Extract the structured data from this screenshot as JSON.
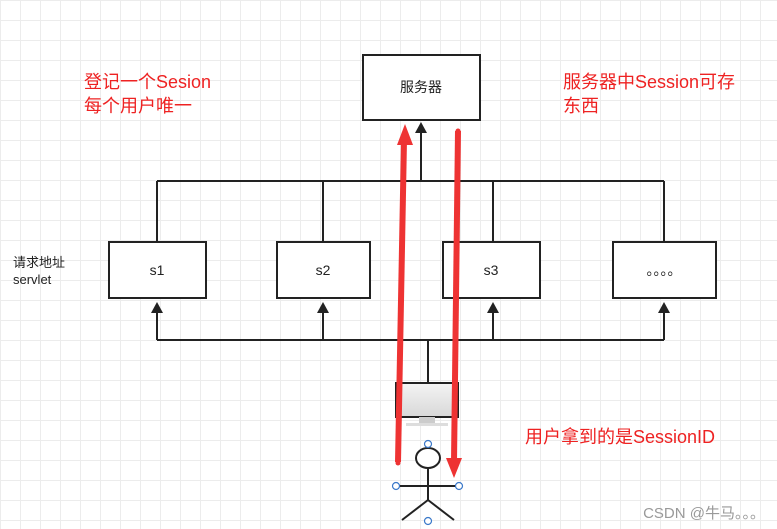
{
  "server": {
    "label": "服务器"
  },
  "servlets": [
    {
      "label": "s1"
    },
    {
      "label": "s2"
    },
    {
      "label": "s3"
    },
    {
      "label": "。。。。"
    }
  ],
  "left_label": {
    "line1": "请求地址",
    "line2": "servlet"
  },
  "notes": {
    "register_line1": "登记一个Sesion",
    "register_line2": "每个用户唯一",
    "server_store_line1": "服务器中Session可存",
    "server_store_line2": "东西",
    "user_gets": "用户拿到的是SessionID"
  },
  "watermark": "CSDN @牛马。。。",
  "colors": {
    "annotation": "#ee2222",
    "arrow_red": "#ee3333",
    "line": "#222222"
  }
}
